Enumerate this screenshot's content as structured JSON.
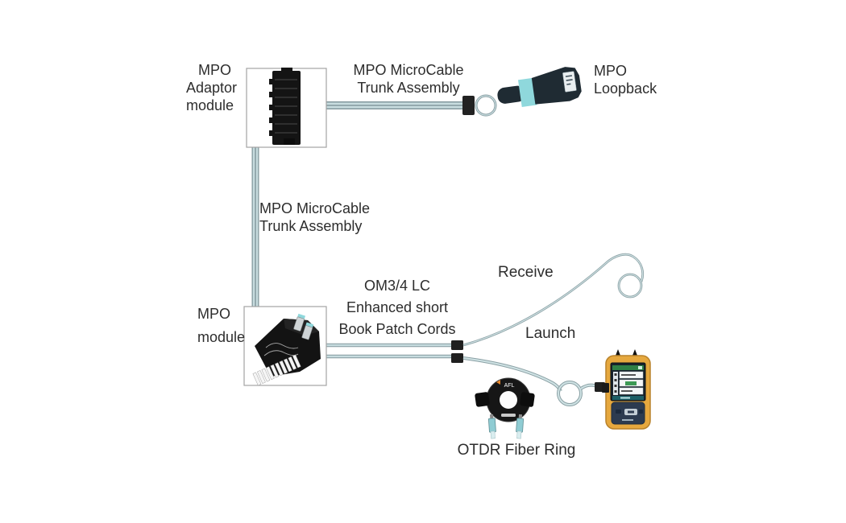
{
  "background": "#ffffff",
  "colors": {
    "text": "#2d2d2d",
    "cable_stroke": "#83989d",
    "cable_fill": "#c7dcdf",
    "thin_cable": "#8ba1a5",
    "connector_black": "#1f1f1f",
    "box_border": "#a3a3a3",
    "loopback_body": "#1f2b33",
    "loopback_band": "#8fd8dc",
    "module_black": "#131313",
    "ring_black": "#161616",
    "ring_connector_teal": "#8fccd3",
    "otdr_body": "#e6a83e",
    "otdr_panel": "#2c3b50",
    "otdr_screen_green": "#2e8045",
    "afl_orange": "#e8862a"
  },
  "labels": {
    "adaptor_module": {
      "lines": [
        "MPO",
        "Adaptor",
        "module"
      ]
    },
    "trunk_top": {
      "lines": [
        "MPO MicroCable",
        "Trunk Assembly"
      ]
    },
    "loopback": {
      "lines": [
        "MPO",
        "Loopback"
      ]
    },
    "trunk_mid": {
      "lines": [
        "MPO MicroCable",
        "Trunk Assembly"
      ]
    },
    "mpo_module": {
      "lines": [
        "MPO",
        "module"
      ]
    },
    "patch_cords": {
      "lines": [
        "OM3/4 LC",
        "Enhanced short",
        "Book Patch Cords"
      ]
    },
    "receive": "Receive",
    "launch": "Launch",
    "otdr_fiber_ring": "OTDR Fiber Ring",
    "ring_brand": "AFL"
  },
  "components": {
    "adaptor_graphic": "mpo-adaptor-module-photo",
    "module_graphic": "mpo-module-cassette-photo",
    "loopback_graphic": "mpo-loopback-connector",
    "ring_graphic": "otdr-fiber-ring-spool",
    "otdr_graphic": "otdr-handheld-tester"
  }
}
